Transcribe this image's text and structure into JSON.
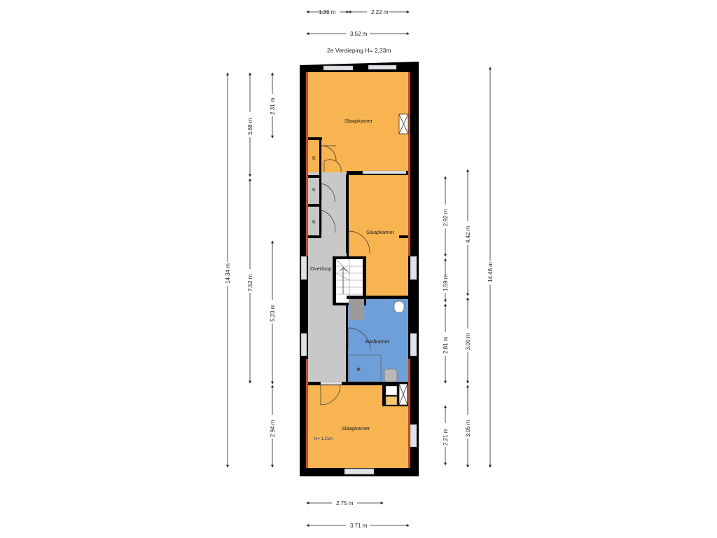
{
  "plan": {
    "title": "2e Verdieping   H= 2,33m",
    "colors": {
      "bedroom": "#f8b450",
      "bathroom": "#6f9fd8",
      "circulation": "#c8c8c8",
      "wall": "#000000",
      "brick": "#c04a28",
      "window": "#dfe3e8"
    },
    "rooms": {
      "bedroom_top": "Slaapkamer",
      "bedroom_middle": "Slaapkamer",
      "bedroom_bottom": "Slaapkamer",
      "bathroom": "Badkamer",
      "landing": "Overloop",
      "closet_1": "K",
      "closet_2": "K",
      "closet_3": "K",
      "bottom_bedroom_height_note": "H= 1,21m"
    },
    "dimensions": {
      "top_left_width": "1.39 m",
      "top_right_width": "2.22 m",
      "top_total_width": "3.52 m",
      "bottom_inner_width": "2.75 m",
      "bottom_total_width": "3.71 m",
      "left_overall_length": "14.34 m",
      "left_upper_length": "3.68 m",
      "left_lower_length": "7.52 m",
      "left_room_top": "2.31 m",
      "left_middle": "5.23 m",
      "left_room_bottom": "2.94 m",
      "right_seg_1": "2.92 m",
      "right_seg_2": "1.59 m",
      "right_seg_3": "2.81 m",
      "right_seg_4": "2.21 m",
      "right_outer_1": "4.42 m",
      "right_outer_2": "3.00 m",
      "right_outer_3": "3.05 m",
      "right_overall_length": "14.46 m"
    }
  }
}
